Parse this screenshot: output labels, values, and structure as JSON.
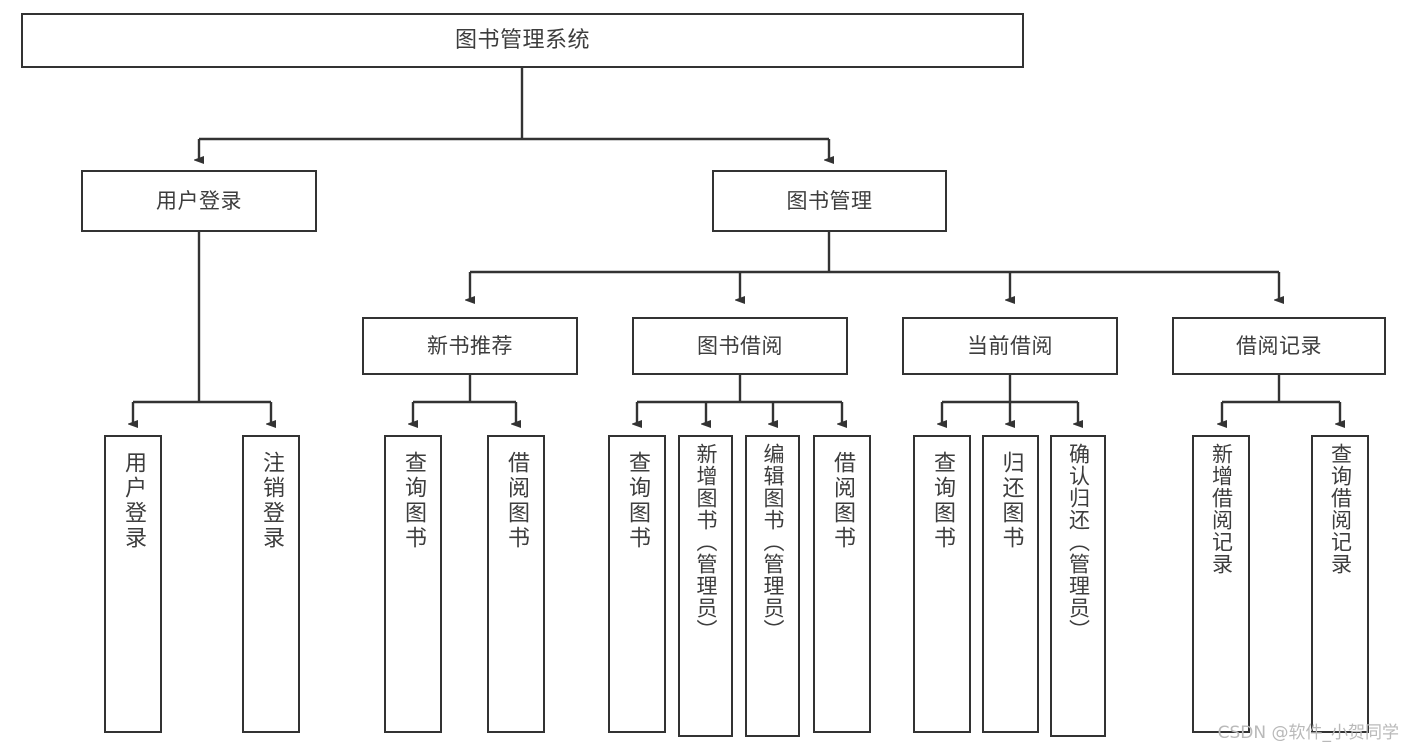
{
  "diagram": {
    "type": "tree",
    "title": "图书管理系统",
    "root": {
      "label": "图书管理系统"
    },
    "level2": [
      {
        "label": "用户登录"
      },
      {
        "label": "图书管理"
      }
    ],
    "level3": [
      {
        "label": "新书推荐"
      },
      {
        "label": "图书借阅"
      },
      {
        "label": "当前借阅"
      },
      {
        "label": "借阅记录"
      }
    ],
    "leaves": {
      "user_login": [
        {
          "label": "用户登录"
        },
        {
          "label": "注销登录"
        }
      ],
      "new_book_recommend": [
        {
          "label": "查询图书"
        },
        {
          "label": "借阅图书"
        }
      ],
      "book_borrow": [
        {
          "label": "查询图书"
        },
        {
          "label": "新增图书（管理员）"
        },
        {
          "label": "编辑图书（管理员）"
        },
        {
          "label": "借阅图书"
        }
      ],
      "current_borrow": [
        {
          "label": "查询图书"
        },
        {
          "label": "归还图书"
        },
        {
          "label": "确认归还（管理员）"
        }
      ],
      "borrow_record": [
        {
          "label": "新增借阅记录"
        },
        {
          "label": "查询借阅记录"
        }
      ]
    }
  },
  "watermark": {
    "text": "CSDN @软件_小贺同学"
  },
  "colors": {
    "box_border": "#333333",
    "box_fill": "#ffffff",
    "text": "#3d3d3d",
    "line": "#333333",
    "watermark": "#b9b9b9"
  }
}
